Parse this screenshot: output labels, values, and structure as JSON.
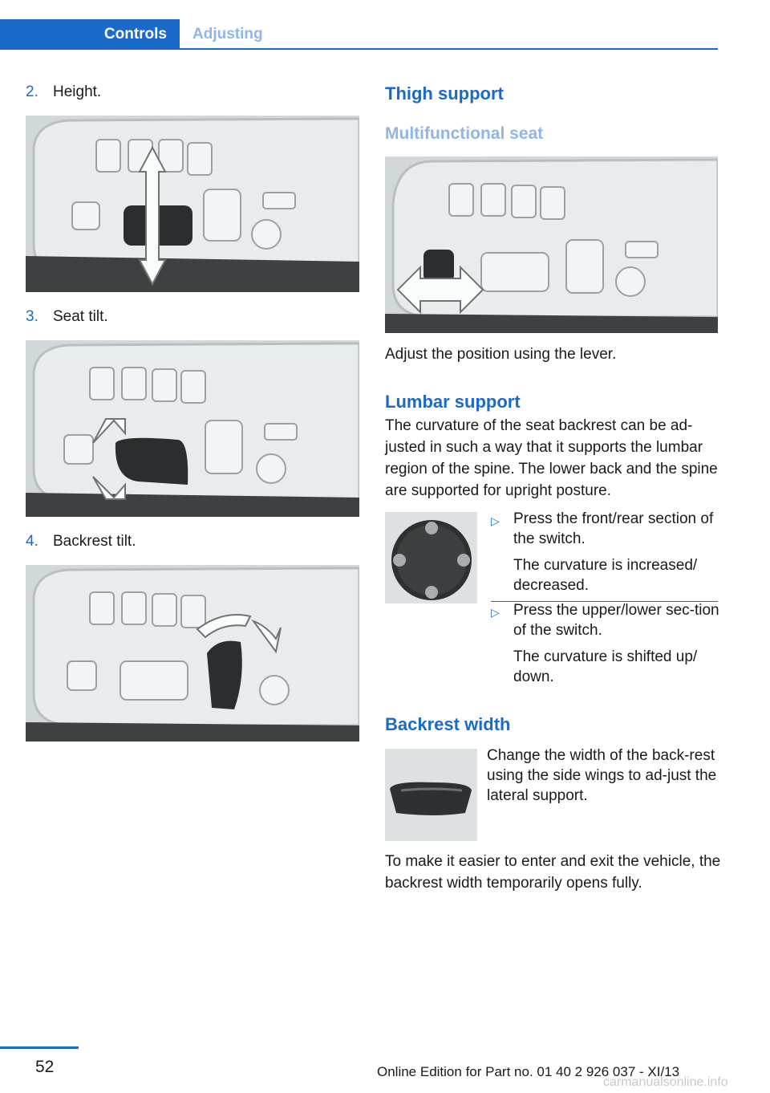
{
  "header": {
    "tab_active": "Controls",
    "tab_inactive": "Adjusting"
  },
  "left": {
    "steps": [
      {
        "num": "2.",
        "label": "Height."
      },
      {
        "num": "3.",
        "label": "Seat tilt."
      },
      {
        "num": "4.",
        "label": "Backrest tilt."
      }
    ]
  },
  "right": {
    "thigh_title": "Thigh support",
    "multi_title": "Multifunctional seat",
    "thigh_text": "Adjust the position using the lever.",
    "lumbar_title": "Lumbar support",
    "lumbar_text": "The curvature of the seat backrest can be ad‐justed in such a way that it supports the lumbar region of the spine. The lower back and the spine are supported for upright posture.",
    "bullets": [
      {
        "text": "Press the front/rear section of the switch.",
        "sub": "The curvature is increased/ decreased."
      },
      {
        "text": "Press the upper/lower sec‐tion of the switch.",
        "sub": "The curvature is shifted up/ down."
      }
    ],
    "backrest_title": "Backrest width",
    "backrest_text": "Change the width of the back‐rest using the side wings to ad‐just the lateral support.",
    "enter_text": "To make it easier to enter and exit the vehicle, the backrest width temporarily opens fully."
  },
  "footer": {
    "page_number": "52",
    "edition": "Online Edition for Part no. 01 40 2 926 037 - XI/13",
    "watermark": "carmanualsonline.info"
  }
}
